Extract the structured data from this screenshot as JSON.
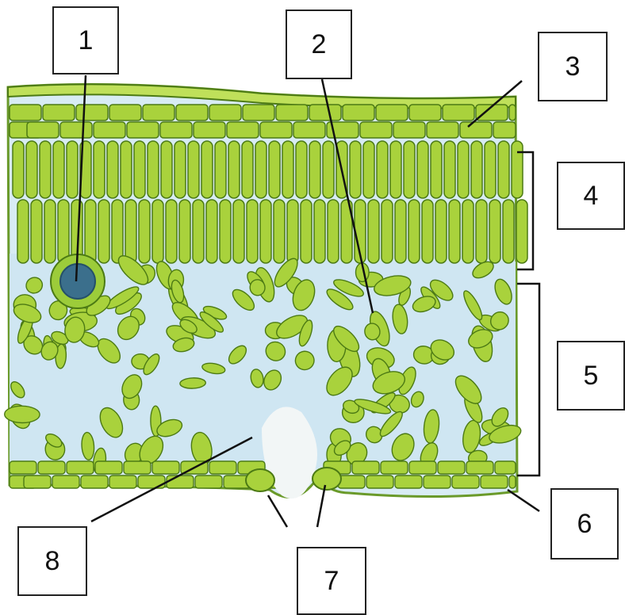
{
  "diagram": {
    "labels": [
      "1",
      "2",
      "3",
      "4",
      "5",
      "6",
      "7",
      "8"
    ]
  },
  "colors": {
    "cell_fill": "#a9d23c",
    "cell_stroke": "#4c7a14",
    "airspace": "#cfe6f2",
    "vein": "#3b6f8c",
    "leader": "#111111"
  }
}
